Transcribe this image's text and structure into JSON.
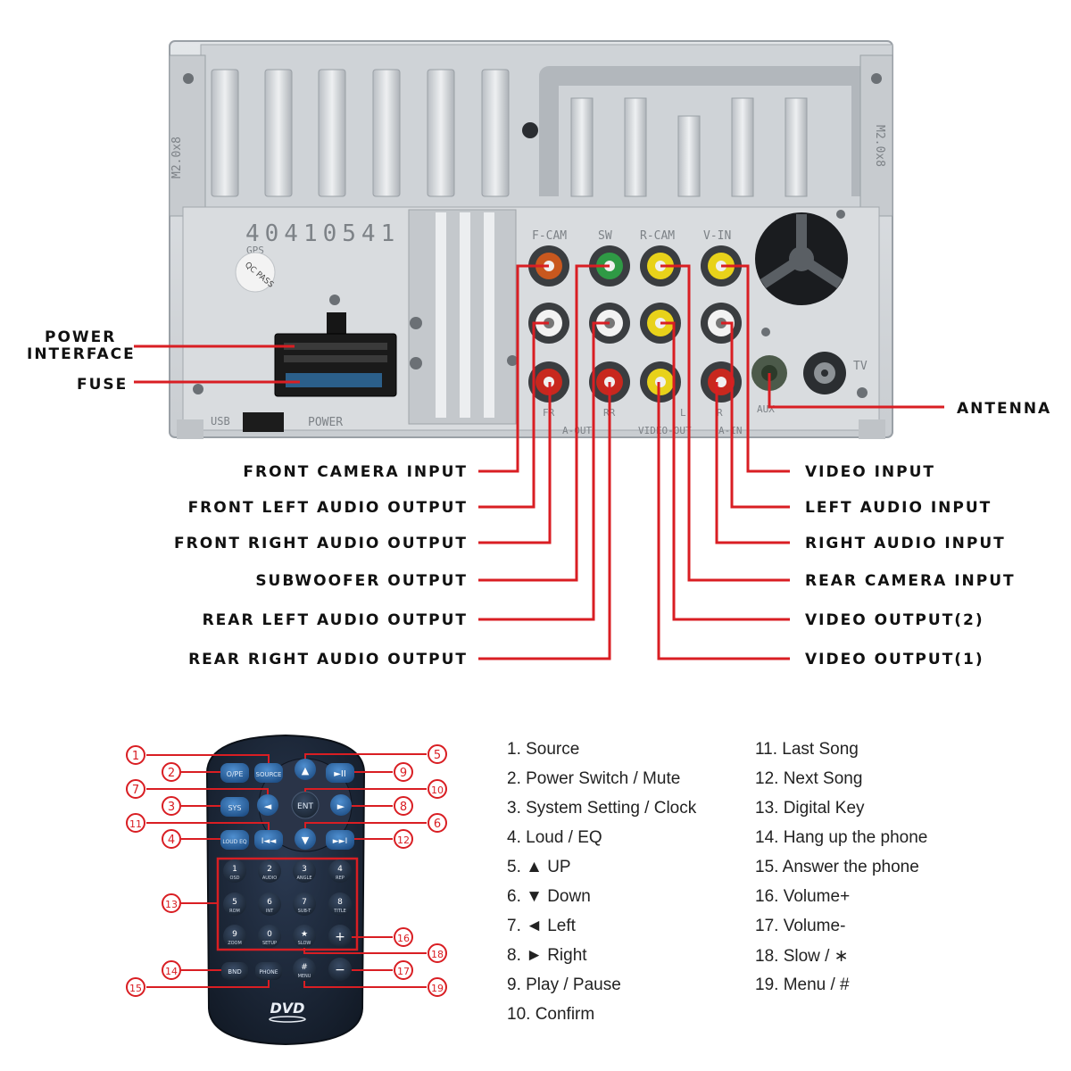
{
  "unit": {
    "serial": "40410541",
    "gps_label": "GPS",
    "qc_badge": "QC PASS",
    "side_left": "M2.0x8",
    "side_right": "M2.0x8",
    "bottom_labels": {
      "usb": "USB",
      "power": "POWER",
      "aout": "A-OUT",
      "video_out": "VIDEO-OUT",
      "a_in": "A-IN",
      "aux": "AUX",
      "tv": "TV",
      "fr": "FR",
      "rr": "RR",
      "l": "L",
      "r": "R"
    },
    "port_headers": [
      "F-CAM",
      "SW",
      "R-CAM",
      "V-IN"
    ]
  },
  "left_labels": {
    "power_interface_1": "POWER",
    "power_interface_2": "INTERFACE",
    "fuse": "FUSE"
  },
  "connectors_left": [
    "FRONT CAMERA INPUT",
    "FRONT LEFT AUDIO OUTPUT",
    "FRONT RIGHT AUDIO OUTPUT",
    "SUBWOOFER OUTPUT",
    "REAR LEFT AUDIO OUTPUT",
    "REAR RIGHT AUDIO OUTPUT"
  ],
  "connectors_right": [
    "VIDEO INPUT",
    "LEFT AUDIO INPUT",
    "RIGHT AUDIO INPUT",
    "REAR CAMERA INPUT",
    "VIDEO OUTPUT(2)",
    "VIDEO OUTPUT(1)"
  ],
  "antenna": "ANTENNA",
  "remote": {
    "brand": "DVD",
    "buttons": {
      "ope": "O/PE",
      "source": "SOURCE",
      "up": "▲",
      "play": "►II",
      "left": "◄",
      "ent": "ENT",
      "right": "►",
      "sys": "SYS",
      "loud": "LOUD EQ",
      "prev": "I◄◄",
      "down": "▼",
      "next": "►►I",
      "k1": "1",
      "k1s": "OSD",
      "k2": "2",
      "k2s": "AUDIO",
      "k3": "3",
      "k3s": "ANGLE",
      "k4": "4",
      "k4s": "REP",
      "k5": "5",
      "k5s": "ROM",
      "k6": "6",
      "k6s": "INT",
      "k7": "7",
      "k7s": "SUB-T",
      "k8": "8",
      "k8s": "TITLE",
      "k9": "9",
      "k9s": "ZOOM",
      "k0": "0",
      "k0s": "SETUP",
      "slow": "★",
      "slows": "SLOW",
      "vol_up": "+",
      "vol_dn": "−",
      "bnd": "BND",
      "phone": "PHONE",
      "menu": "#",
      "menus": "MENU"
    },
    "callouts": [
      "1",
      "2",
      "7",
      "3",
      "11",
      "4",
      "13",
      "14",
      "15",
      "5",
      "9",
      "10",
      "8",
      "6",
      "12",
      "16",
      "18",
      "17",
      "19"
    ]
  },
  "legend_left": [
    "1. Source",
    "2. Power Switch / Mute",
    "3. System Setting / Clock",
    "4. Loud / EQ",
    "5. ▲  UP",
    "6. ▼  Down",
    "7. ◄  Left",
    "8. ►  Right",
    "9. Play / Pause",
    "10. Confirm"
  ],
  "legend_right": [
    "11. Last Song",
    "12. Next Song",
    "13. Digital Key",
    "14. Hang up the phone",
    "15. Answer the phone",
    "16. Volume+",
    "17. Volume-",
    "18. Slow / ∗",
    "19. Menu / #"
  ],
  "colors": {
    "leader": "#d91e23",
    "callout": "#d91e23",
    "metal": "#d7dadd",
    "metal_dark": "#a9aeb3",
    "remote_body": "#1f2a3a",
    "remote_button": "#2f6aa8",
    "rca_red": "#c8281e",
    "rca_yellow": "#e8d21a",
    "rca_white": "#f2f2f2",
    "rca_green": "#2f9a45",
    "rca_orange": "#c9581e"
  }
}
